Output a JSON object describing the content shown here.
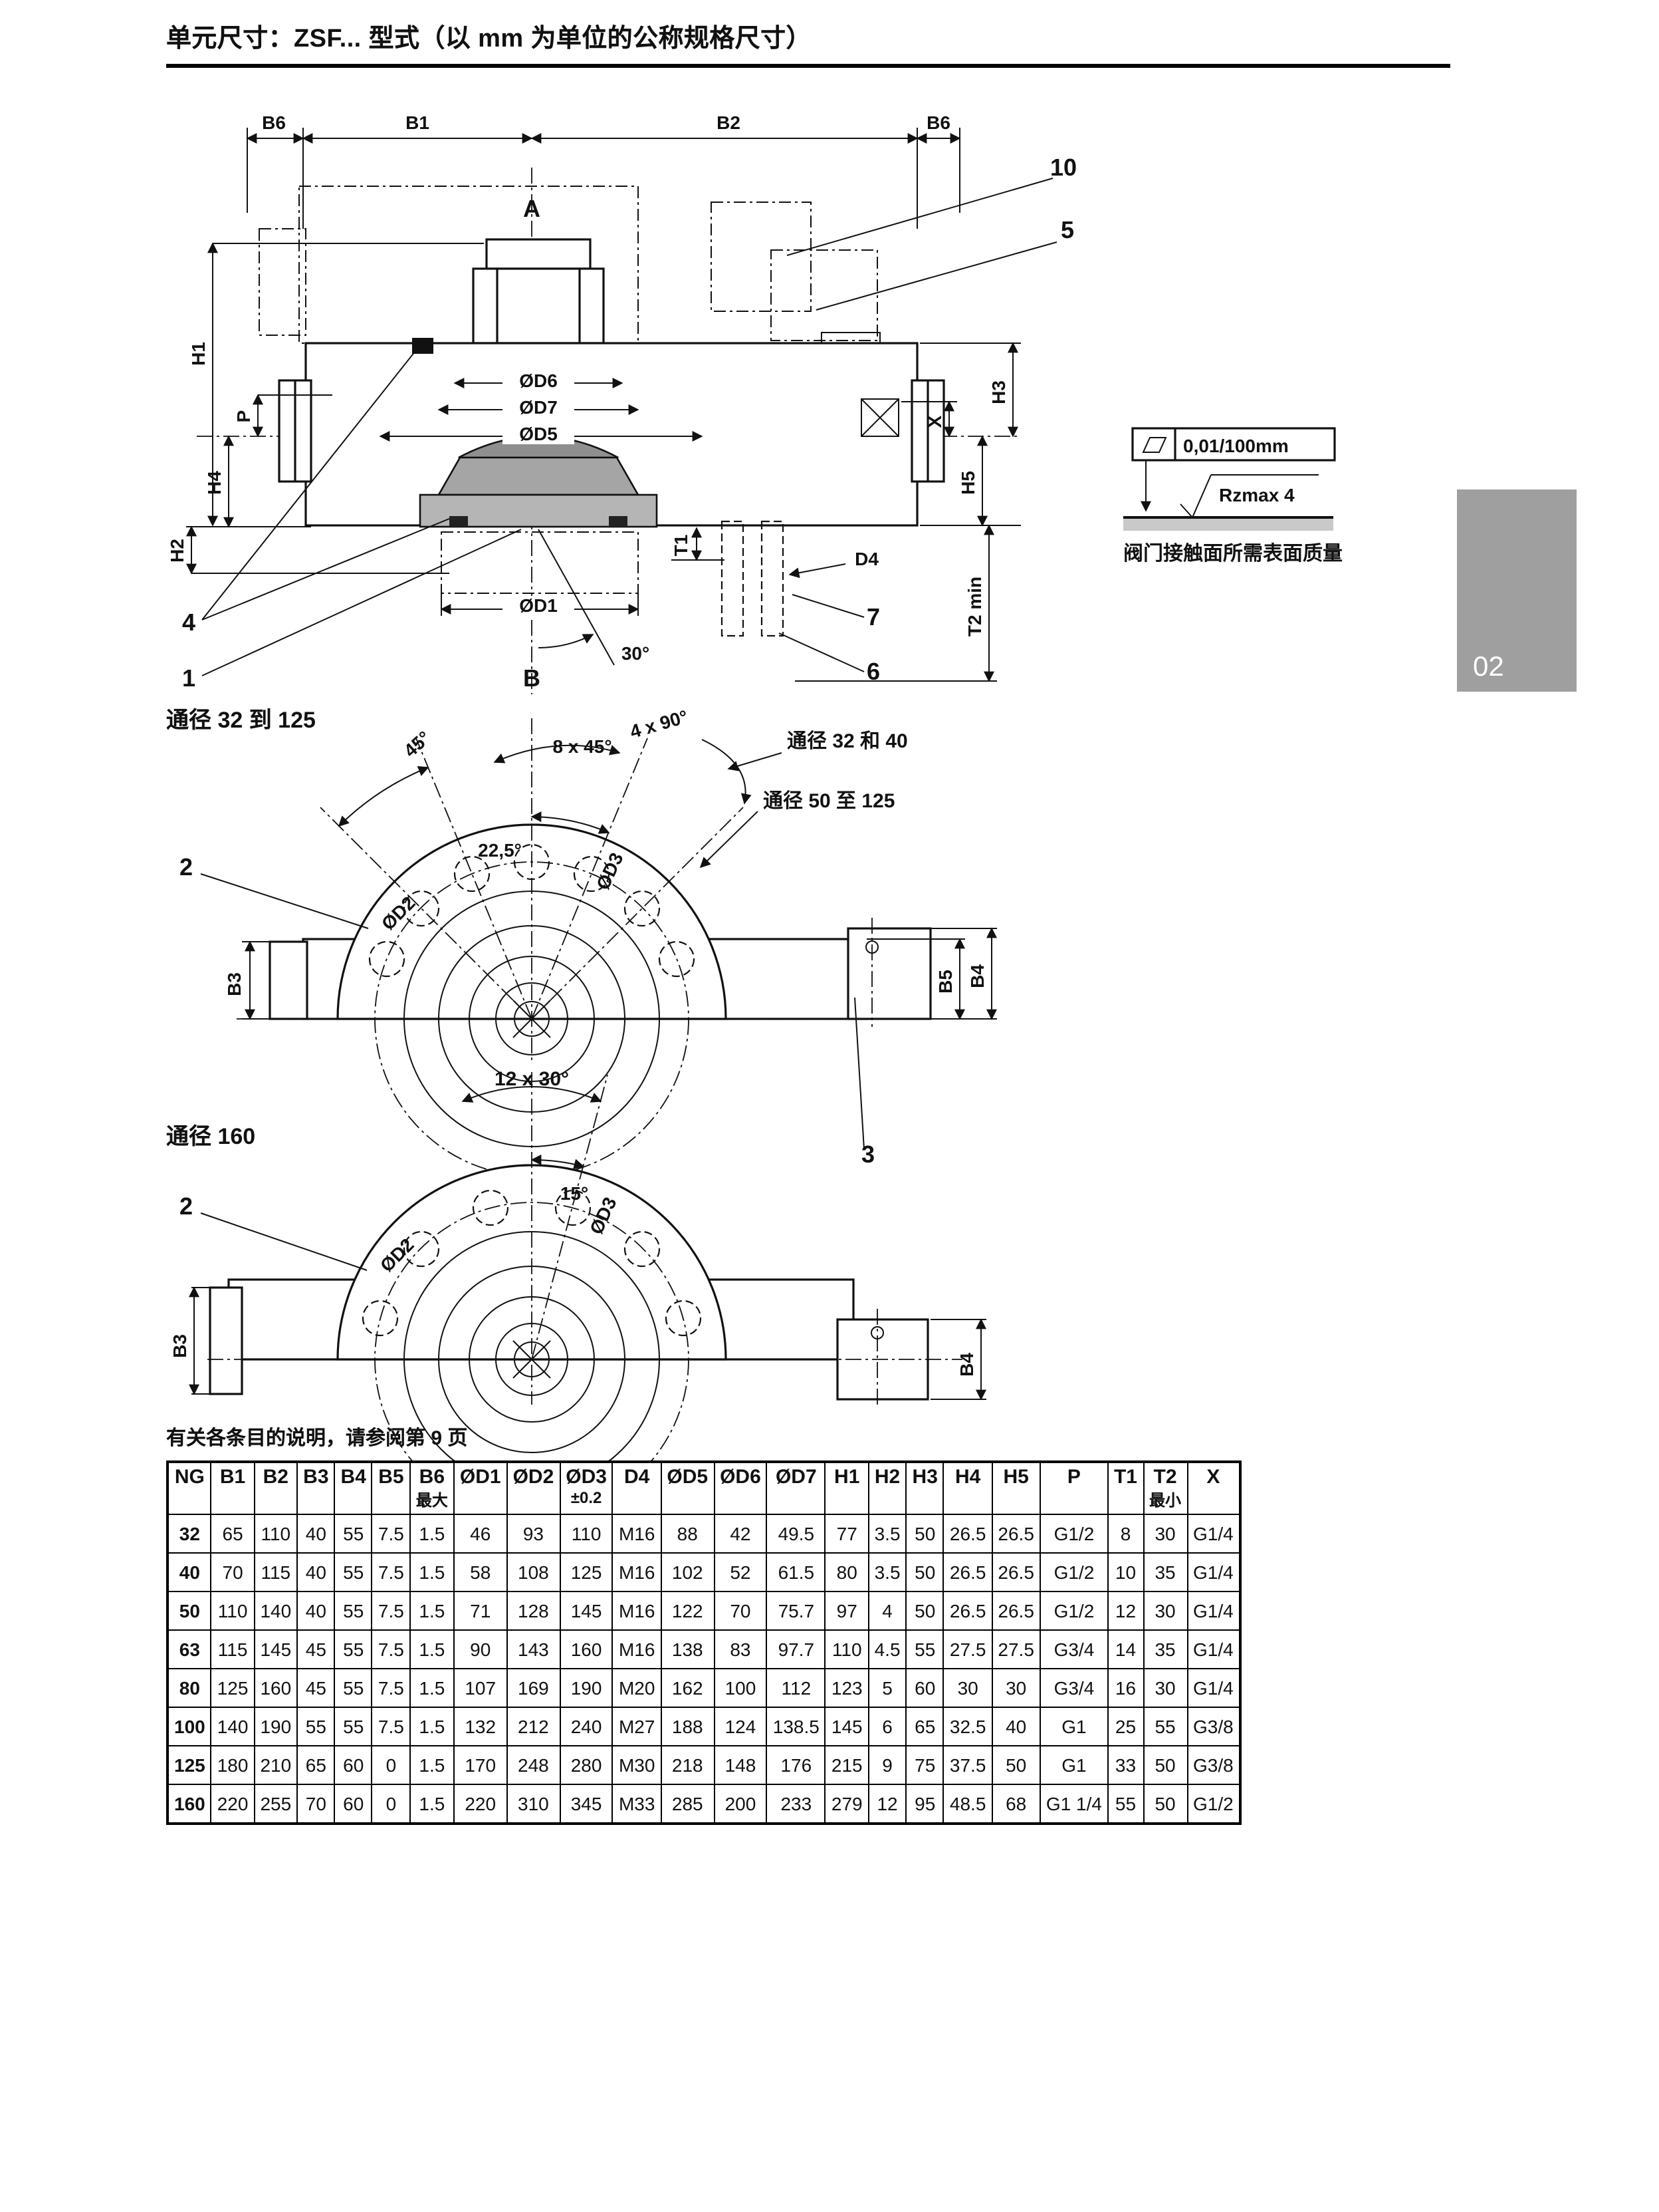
{
  "page": {
    "title": "单元尺寸：ZSF... 型式（以 mm 为单位的公称规格尺寸）",
    "note": "有关各条目的说明，请参阅第 9 页",
    "page_tab": "02"
  },
  "cross_section": {
    "dims": {
      "b6_left": "B6",
      "b1": "B1",
      "b2": "B2",
      "b6_right": "B6",
      "port_a": "A",
      "port_b": "B",
      "h1": "H1",
      "p": "P",
      "h4": "H4",
      "h2": "H2",
      "d6": "ØD6",
      "d7": "ØD7",
      "d5": "ØD5",
      "d1": "ØD1",
      "h3": "H3",
      "h5": "H5",
      "x": "X",
      "t1": "T1",
      "d4": "D4",
      "t2min": "T2 min",
      "angle30": "30°"
    },
    "callouts": {
      "n10": "10",
      "n5": "5",
      "n4": "4",
      "n1": "1",
      "n7": "7",
      "n6": "6"
    },
    "flatness": "0,01/100mm",
    "roughness": "Rzmax 4",
    "surface_note": "阀门接触面所需表面质量"
  },
  "flange_small": {
    "title": "通径 32 到 125",
    "angle45": "45°",
    "angle8x45": "8 x 45°",
    "angle4x90": "4 x 90°",
    "dn_32_40": "通径 32 和 40",
    "dn_50_125": "通径 50 至 125",
    "angle225": "22,5°",
    "d2": "ØD2",
    "d3": "ØD3",
    "b3": "B3",
    "b5": "B5",
    "b4": "B4",
    "callout2": "2"
  },
  "flange_large": {
    "title": "通径 160",
    "angle12x30": "12 x 30°",
    "angle15": "15°",
    "d2": "ØD2",
    "d3": "ØD3",
    "b3": "B3",
    "b4": "B4",
    "callout2": "2",
    "callout3": "3"
  },
  "table": {
    "columns": [
      {
        "label": "NG",
        "sub": ""
      },
      {
        "label": "B1",
        "sub": ""
      },
      {
        "label": "B2",
        "sub": ""
      },
      {
        "label": "B3",
        "sub": ""
      },
      {
        "label": "B4",
        "sub": ""
      },
      {
        "label": "B5",
        "sub": ""
      },
      {
        "label": "B6",
        "sub": "最大"
      },
      {
        "label": "ØD1",
        "sub": ""
      },
      {
        "label": "ØD2",
        "sub": ""
      },
      {
        "label": "ØD3",
        "sub": "±0.2"
      },
      {
        "label": "D4",
        "sub": ""
      },
      {
        "label": "ØD5",
        "sub": ""
      },
      {
        "label": "ØD6",
        "sub": ""
      },
      {
        "label": "ØD7",
        "sub": ""
      },
      {
        "label": "H1",
        "sub": ""
      },
      {
        "label": "H2",
        "sub": ""
      },
      {
        "label": "H3",
        "sub": ""
      },
      {
        "label": "H4",
        "sub": ""
      },
      {
        "label": "H5",
        "sub": ""
      },
      {
        "label": "P",
        "sub": ""
      },
      {
        "label": "T1",
        "sub": ""
      },
      {
        "label": "T2",
        "sub": "最小"
      },
      {
        "label": "X",
        "sub": ""
      }
    ],
    "rows": [
      [
        "32",
        "65",
        "110",
        "40",
        "55",
        "7.5",
        "1.5",
        "46",
        "93",
        "110",
        "M16",
        "88",
        "42",
        "49.5",
        "77",
        "3.5",
        "50",
        "26.5",
        "26.5",
        "G1/2",
        "8",
        "30",
        "G1/4"
      ],
      [
        "40",
        "70",
        "115",
        "40",
        "55",
        "7.5",
        "1.5",
        "58",
        "108",
        "125",
        "M16",
        "102",
        "52",
        "61.5",
        "80",
        "3.5",
        "50",
        "26.5",
        "26.5",
        "G1/2",
        "10",
        "35",
        "G1/4"
      ],
      [
        "50",
        "110",
        "140",
        "40",
        "55",
        "7.5",
        "1.5",
        "71",
        "128",
        "145",
        "M16",
        "122",
        "70",
        "75.7",
        "97",
        "4",
        "50",
        "26.5",
        "26.5",
        "G1/2",
        "12",
        "30",
        "G1/4"
      ],
      [
        "63",
        "115",
        "145",
        "45",
        "55",
        "7.5",
        "1.5",
        "90",
        "143",
        "160",
        "M16",
        "138",
        "83",
        "97.7",
        "110",
        "4.5",
        "55",
        "27.5",
        "27.5",
        "G3/4",
        "14",
        "35",
        "G1/4"
      ],
      [
        "80",
        "125",
        "160",
        "45",
        "55",
        "7.5",
        "1.5",
        "107",
        "169",
        "190",
        "M20",
        "162",
        "100",
        "112",
        "123",
        "5",
        "60",
        "30",
        "30",
        "G3/4",
        "16",
        "30",
        "G1/4"
      ],
      [
        "100",
        "140",
        "190",
        "55",
        "55",
        "7.5",
        "1.5",
        "132",
        "212",
        "240",
        "M27",
        "188",
        "124",
        "138.5",
        "145",
        "6",
        "65",
        "32.5",
        "40",
        "G1",
        "25",
        "55",
        "G3/8"
      ],
      [
        "125",
        "180",
        "210",
        "65",
        "60",
        "0",
        "1.5",
        "170",
        "248",
        "280",
        "M30",
        "218",
        "148",
        "176",
        "215",
        "9",
        "75",
        "37.5",
        "50",
        "G1",
        "33",
        "50",
        "G3/8"
      ],
      [
        "160",
        "220",
        "255",
        "70",
        "60",
        "0",
        "1.5",
        "220",
        "310",
        "345",
        "M33",
        "285",
        "200",
        "233",
        "279",
        "12",
        "95",
        "48.5",
        "68",
        "G1 1/4",
        "55",
        "50",
        "G1/2"
      ]
    ]
  }
}
